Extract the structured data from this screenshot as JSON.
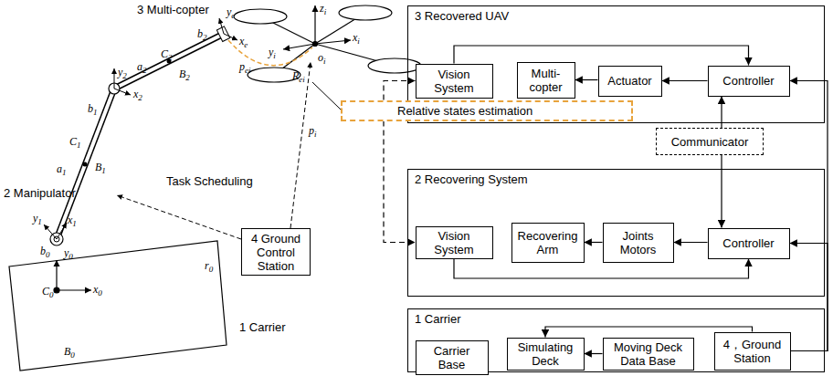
{
  "diagram": {
    "nodes": [
      {
        "text": [
          "3 Recovered UAV"
        ]
      },
      {
        "text": [
          "Vision System"
        ],
        "in": 0
      },
      {
        "text": [
          "Multi-copter"
        ],
        "in": 0
      },
      {
        "text": [
          "Actuator"
        ],
        "in": 0
      },
      {
        "text": [
          "Controller"
        ],
        "in": 0
      },
      {
        "text": [
          "Relative states estimation"
        ]
      },
      {
        "text": [
          "Communicator"
        ]
      },
      {
        "text": [
          "2 Recovering System"
        ]
      },
      {
        "text": [
          "Vision System"
        ],
        "in": 7
      },
      {
        "text": [
          "Recovering Arm"
        ],
        "in": 7
      },
      {
        "text": [
          "Joints Motors"
        ],
        "in": 7
      },
      {
        "text": [
          "Controller"
        ],
        "in": 7
      },
      {
        "text": [
          "1 Carrier"
        ]
      },
      {
        "text": [
          "Carrier Base"
        ],
        "in": 12
      },
      {
        "text": [
          "Simulating Deck"
        ],
        "in": 12
      },
      {
        "text": [
          "Moving Deck Data Base"
        ],
        "in": 12
      },
      {
        "text": [
          "4，Ground Station"
        ],
        "in": 12
      },
      {
        "text": [
          "4 Ground Control Station"
        ]
      }
    ],
    "edges": [
      {
        "from": 1,
        "to": 4,
        "arrow": "to"
      },
      {
        "from": 4,
        "to": 3,
        "arrow": "to"
      },
      {
        "from": 3,
        "to": 2,
        "arrow": "to"
      },
      {
        "from": 6,
        "to": 4,
        "arrow": "to"
      },
      {
        "from": 6,
        "to": 11,
        "arrow": "to"
      },
      {
        "from": 16,
        "to": 4,
        "arrow": "to"
      },
      {
        "from": 16,
        "to": 11,
        "arrow": "to"
      },
      {
        "from": 11,
        "to": 10,
        "arrow": "to"
      },
      {
        "from": 10,
        "to": 9,
        "arrow": "to"
      },
      {
        "from": 8,
        "to": 11,
        "arrow": "to"
      },
      {
        "from": 5,
        "to": 1,
        "arrow": "to"
      },
      {
        "from": 5,
        "to": 8,
        "arrow": "to"
      },
      {
        "from": 16,
        "to": 14,
        "arrow": "to"
      },
      {
        "from": 15,
        "to": 14,
        "arrow": "to"
      }
    ],
    "labels": [
      "3 Multi-copter",
      "2 Manipulator",
      "Task Scheduling",
      "1 Carrier",
      "zi",
      "yi",
      "xi",
      "oi",
      "pei",
      "Rei",
      "pi",
      "ye",
      "xe",
      "b2",
      "C2",
      "a2",
      "B2",
      "y2",
      "x2",
      "b1",
      "C1",
      "a1",
      "B1",
      "y1",
      "x1",
      "b0",
      "y0",
      "C0",
      "x0",
      "B0",
      "r0"
    ]
  }
}
